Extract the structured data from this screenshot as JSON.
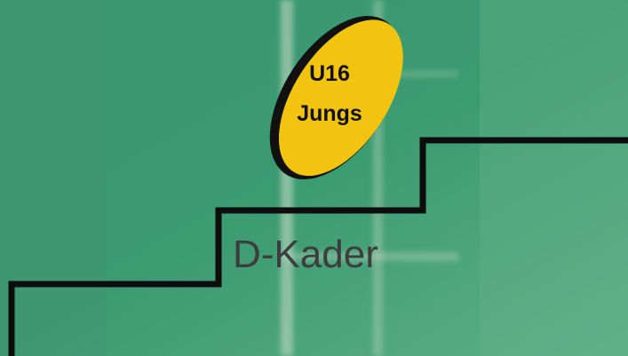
{
  "ball": {
    "line1": "U16",
    "line2": "Jungs"
  },
  "level_label": "D-Kader",
  "colors": {
    "field_green": "#3d9a70",
    "field_green_light": "#5caf84",
    "field_lines": "#c8d8c4",
    "ball_yellow": "#f2c40f",
    "ball_outline": "#111111",
    "stairs": "#0d0d0d",
    "label_text": "#3d3d3d"
  }
}
